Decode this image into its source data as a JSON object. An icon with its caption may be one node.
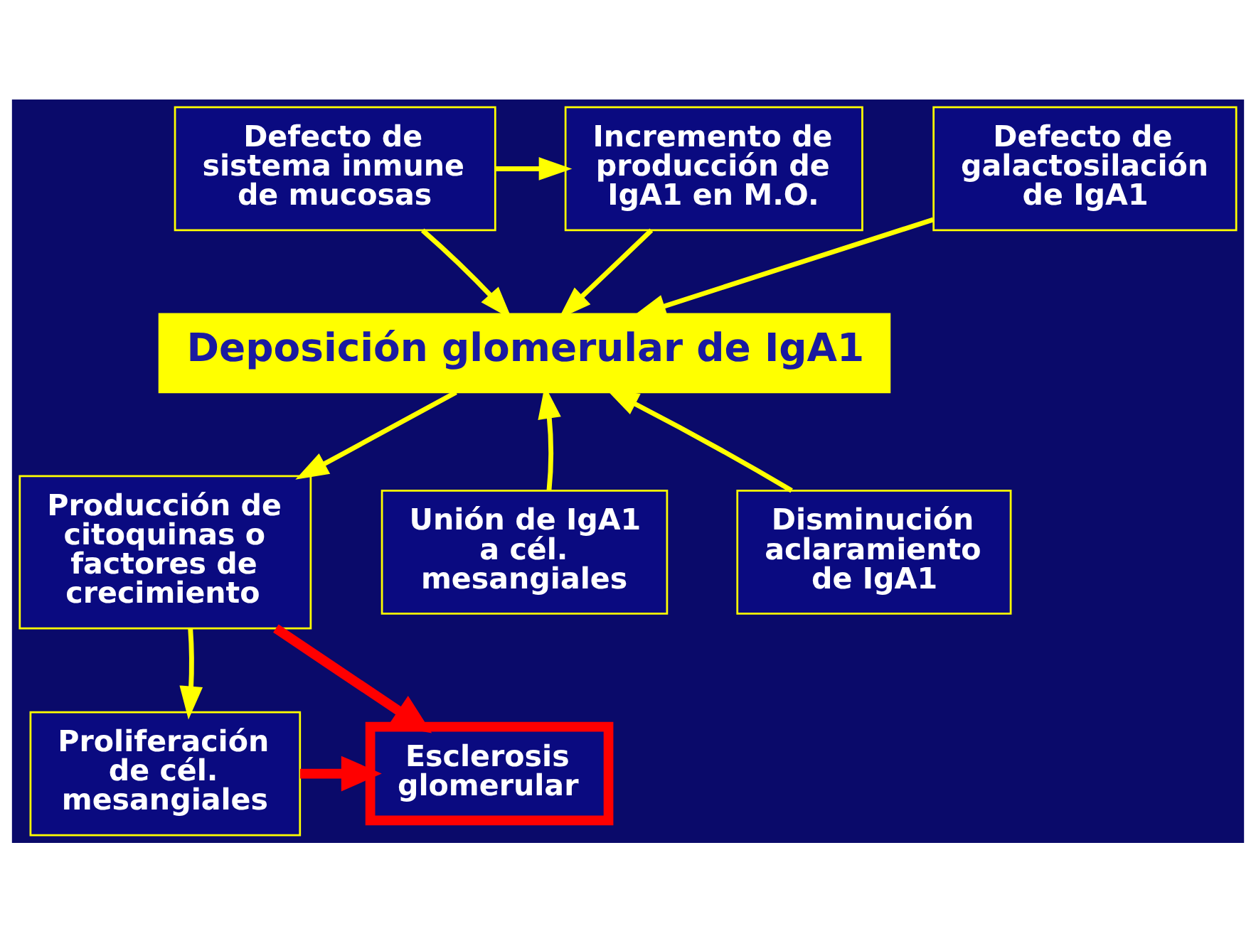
{
  "diagram": {
    "nodes": [
      {
        "text": [
          "Defecto de sistema inmune de mucosas"
        ]
      },
      {
        "text": [
          "Incremento de producción de IgA1 en M.O."
        ]
      },
      {
        "text": [
          "Defecto de galactosilación de IgA1"
        ]
      },
      {
        "text": [
          "Deposición glomerular de IgA1"
        ]
      },
      {
        "text": [
          "Producción de citoquinas o factores de crecimiento"
        ]
      },
      {
        "text": [
          "Unión de IgA1 a cél. mesangiales"
        ]
      },
      {
        "text": [
          "Disminución aclaramiento de IgA1"
        ]
      },
      {
        "text": [
          "Proliferación de cél. mesangiales"
        ]
      },
      {
        "text": [
          "Esclerosis glomerular"
        ]
      }
    ],
    "edges": [
      {
        "from": 0,
        "to": 1,
        "arrow": "to"
      },
      {
        "from": 0,
        "to": 3,
        "arrow": "to"
      },
      {
        "from": 1,
        "to": 3,
        "arrow": "to"
      },
      {
        "from": 2,
        "to": 3,
        "arrow": "to"
      },
      {
        "from": 3,
        "to": 4,
        "arrow": "to"
      },
      {
        "from": 6,
        "to": 3,
        "arrow": "to"
      },
      {
        "from": 5,
        "to": 3,
        "arrow": "to"
      },
      {
        "from": 4,
        "to": 7,
        "arrow": "to"
      },
      {
        "from": 4,
        "to": 8,
        "arrow": "to",
        "style": "thick",
        "color": "#ff0000"
      },
      {
        "from": 7,
        "to": 8,
        "arrow": "to",
        "style": "thick",
        "color": "#ff0000"
      }
    ]
  }
}
